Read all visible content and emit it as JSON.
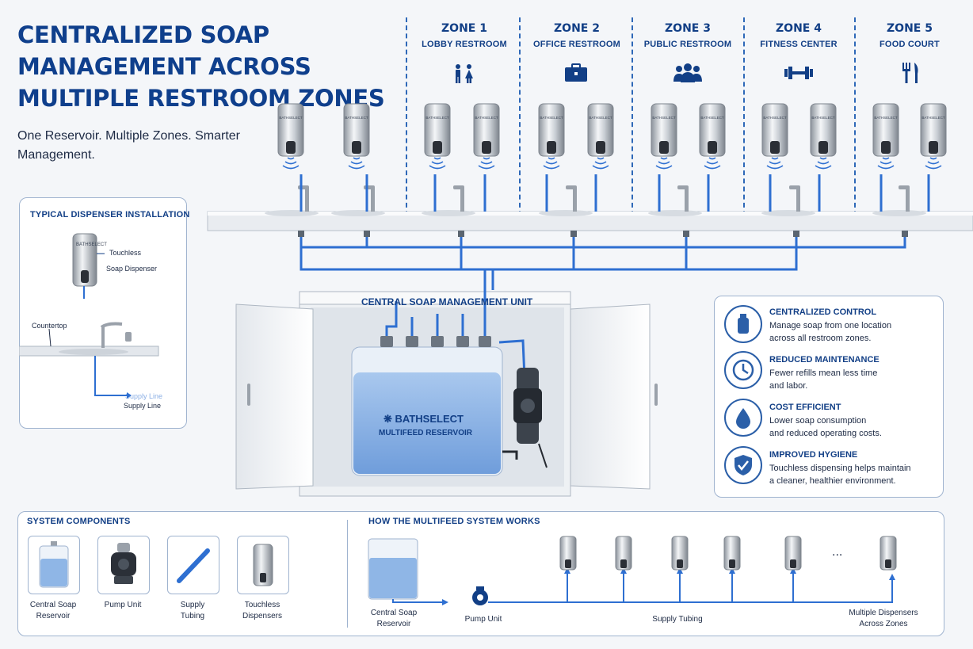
{
  "header": {
    "title": "CENTRALIZED SOAP MANAGEMENT ACROSS MULTIPLE RESTROOM ZONES",
    "subtitle": "One Reservoir. Multiple Zones. Smarter Management."
  },
  "zones": [
    {
      "name": "ZONE 1",
      "desc": "LOBBY RESTROOM",
      "icon": "restroom-icon"
    },
    {
      "name": "ZONE 2",
      "desc": "OFFICE RESTROOM",
      "icon": "briefcase-icon"
    },
    {
      "name": "ZONE 3",
      "desc": "PUBLIC RESTROOM",
      "icon": "people-icon"
    },
    {
      "name": "ZONE 4",
      "desc": "FITNESS CENTER",
      "icon": "dumbbell-icon"
    },
    {
      "name": "ZONE 5",
      "desc": "FOOD COURT",
      "icon": "fork-knife-icon"
    }
  ],
  "brand": {
    "dispenser_label": "BATHSELECT"
  },
  "installation": {
    "title": "TYPICAL DISPENSER INSTALLATION",
    "dispenser_label_1": "Touchless",
    "dispenser_label_2": "Soap Dispenser",
    "countertop_label": "Countertop",
    "supply_label_ghost": "Supply Line",
    "supply_label": "Supply Line"
  },
  "central_unit": {
    "label": "CENTRAL SOAP MANAGEMENT UNIT",
    "brand": "BATHSELECT",
    "reservoir_label": "MULTIFEED RESERVOIR"
  },
  "features": [
    {
      "title": "CENTRALIZED CONTROL",
      "desc1": "Manage soap from one location",
      "desc2": "across all restroom zones.",
      "icon": "soap-bottle-icon"
    },
    {
      "title": "REDUCED MAINTENANCE",
      "desc1": "Fewer refills mean less time",
      "desc2": "and labor.",
      "icon": "clock-icon"
    },
    {
      "title": "COST EFFICIENT",
      "desc1": "Lower soap consumption",
      "desc2": "and reduced operating costs.",
      "icon": "drop-icon"
    },
    {
      "title": "IMPROVED HYGIENE",
      "desc1": "Touchless dispensing helps maintain",
      "desc2": "a cleaner, healthier environment.",
      "icon": "shield-check-icon"
    }
  ],
  "components": {
    "title": "SYSTEM COMPONENTS",
    "items": [
      {
        "line1": "Central Soap",
        "line2": "Reservoir"
      },
      {
        "line1": "Pump Unit",
        "line2": ""
      },
      {
        "line1": "Supply",
        "line2": "Tubing"
      },
      {
        "line1": "Touchless",
        "line2": "Dispensers"
      }
    ]
  },
  "how": {
    "title": "HOW THE MULTIFEED SYSTEM WORKS",
    "reservoir_l1": "Central Soap",
    "reservoir_l2": "Reservoir",
    "pump": "Pump Unit",
    "tubing": "Supply Tubing",
    "multi_l1": "Multiple Dispensers",
    "multi_l2": "Across Zones",
    "ellipsis": "..."
  },
  "colors": {
    "accent": "#123f86",
    "pipe": "#2e6fd1",
    "soap": "#8fb6e6"
  }
}
